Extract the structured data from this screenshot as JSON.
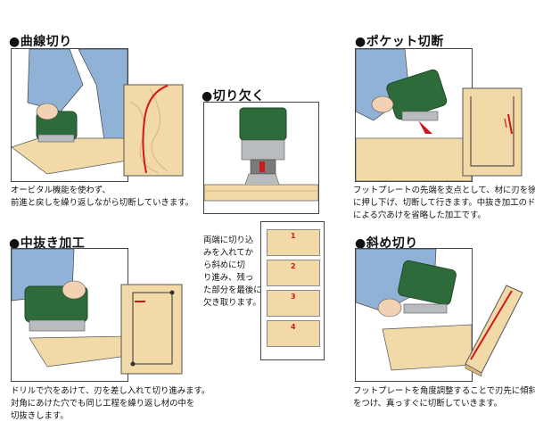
{
  "sections": {
    "curve": {
      "title": "●曲線切り",
      "caption": [
        "オービタル機能を使わず、",
        "前進と戻しを繰り返しながら切断していきます。"
      ]
    },
    "notch": {
      "title": "●切り欠く",
      "caption": [
        "両端に切り込",
        "みを入れてか",
        "ら斜めに切",
        "り進み、残っ",
        "た部分を最後に",
        "欠き取ります。"
      ],
      "steps": [
        "1",
        "2",
        "3",
        "4"
      ]
    },
    "pocket": {
      "title": "●ポケット切断",
      "caption": [
        "フットプレートの先端を支点として、材に刃を徐々",
        "に押し下げ、切断して行きます。中抜き加工のドリル",
        "による穴あけを省略した加工です。"
      ]
    },
    "inner": {
      "title": "●中抜き加工",
      "caption": [
        "ドリルで穴をあけて、刃を差し入れて切り進みます。",
        "対角にあけた穴でも同じ工程を繰り返し材の中を",
        "切抜きします。"
      ]
    },
    "bevel": {
      "title": "●斜め切り",
      "caption": [
        "フットプレートを角度調整することで刃先に傾斜",
        "をつけ、真っすぐに切断していきます。"
      ]
    }
  },
  "colors": {
    "saw_green": "#2e6b3a",
    "saw_dark": "#1e4a28",
    "saw_grey": "#b9bcbf",
    "wood": "#f2d9a8",
    "wood_dark": "#d9b47a",
    "cut_red": "#d01818",
    "sleeve": "#8fb2d6",
    "skin": "#f3d2b4"
  }
}
